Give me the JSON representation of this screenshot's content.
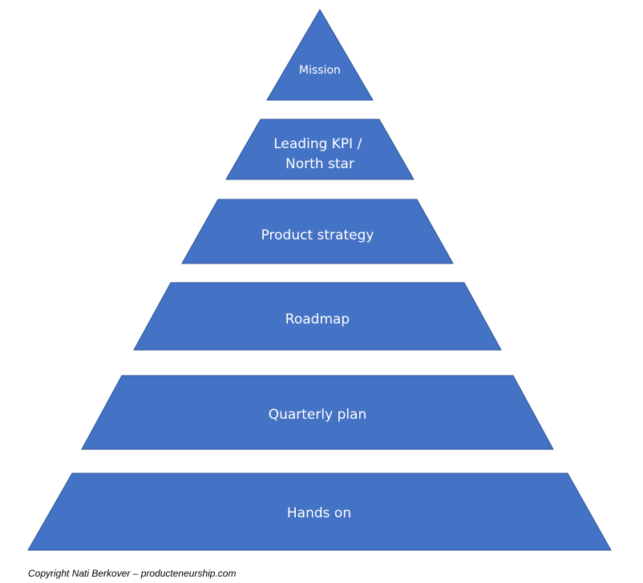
{
  "layers": [
    {
      "lines": [
        "Mission"
      ]
    },
    {
      "lines": [
        "Leading KPI /",
        "North star"
      ]
    },
    {
      "lines": [
        "Product strategy"
      ]
    },
    {
      "lines": [
        "Roadmap"
      ]
    },
    {
      "lines": [
        "Quarterly plan"
      ]
    },
    {
      "lines": [
        "Hands on"
      ]
    }
  ],
  "footer": {
    "copyright": "Copyright Nati Berkover – producteneurship.com"
  },
  "colors": {
    "layer_fill": "#4472c4",
    "layer_text": "#ffffff"
  }
}
